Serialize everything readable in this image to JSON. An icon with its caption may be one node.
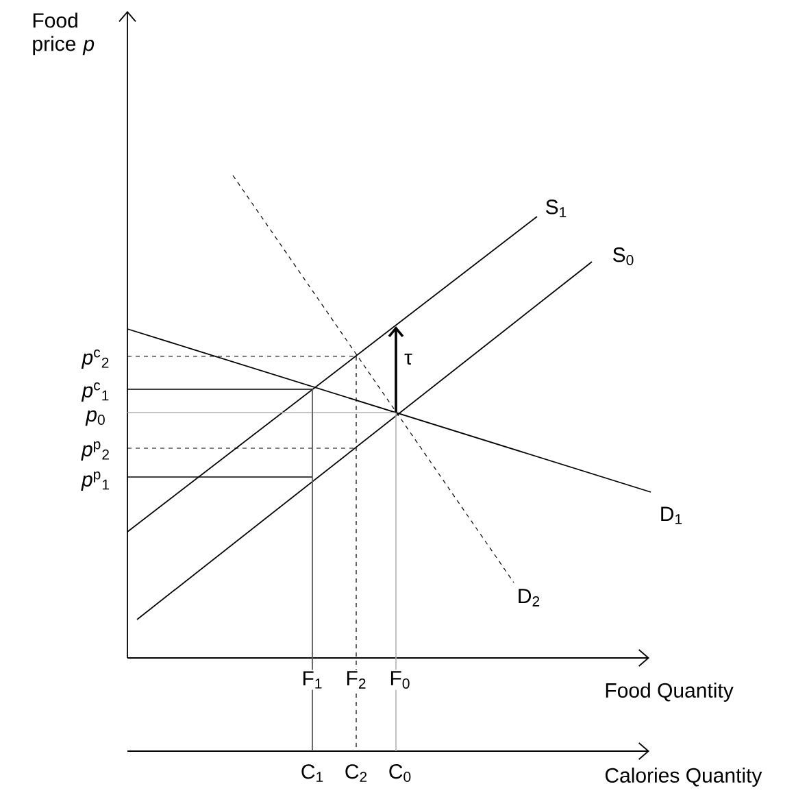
{
  "diagram": {
    "labels": [
      "Food price *p*",
      "S$_{1}$",
      "S$_{0}$",
      "τ",
      "D$_{1}$",
      "D$_{2}$",
      "*p*$^{c}$$_{2}$",
      "*p*$^{c}$$_{1}$",
      "*p*$_{0}$",
      "*p*$^{p}$$_{2}$",
      "*p*$^{p}$$_{1}$",
      "F$_{1}$",
      "F$_{2}$",
      "F$_{0}$",
      "Food Quantity",
      "C$_{1}$",
      "C$_{2}$",
      "C$_{0}$",
      "Calories Quantity"
    ]
  }
}
